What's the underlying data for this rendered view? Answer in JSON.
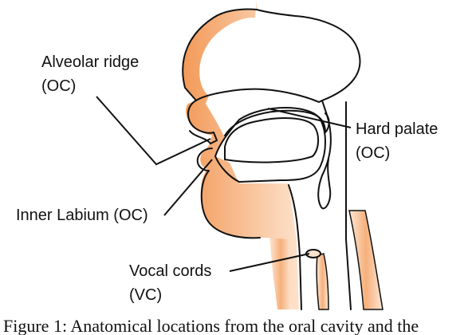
{
  "labels": {
    "alveolar_ridge": {
      "name": "Alveolar ridge",
      "group": "(OC)"
    },
    "hard_palate": {
      "name": "Hard palate",
      "group": "(OC)"
    },
    "inner_labium": "Inner Labium (OC)",
    "vocal_cords": {
      "name": "Vocal cords",
      "group": "(VC)"
    }
  },
  "caption": "Figure 1: Anatomical locations from the oral cavity and the",
  "colors": {
    "tissue_light": "#fde2cc",
    "tissue_dark": "#f29a58",
    "palate_pink": "#f4a0a8",
    "outline": "#111111"
  }
}
